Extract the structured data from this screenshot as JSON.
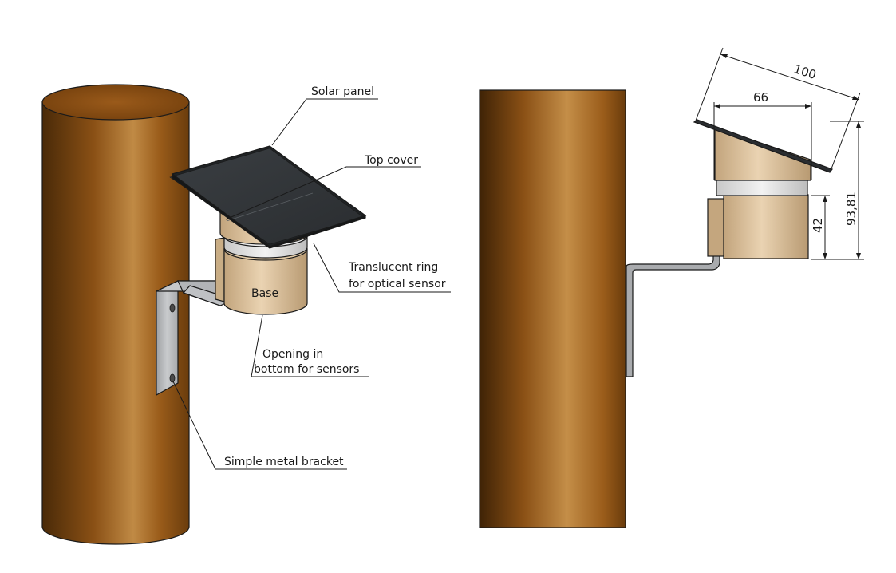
{
  "callouts": {
    "solar_panel": "Solar panel",
    "top_cover": "Top cover",
    "translucent_ring_1": "Translucent ring",
    "translucent_ring_2": "for optical sensor",
    "base": "Base",
    "opening_1": "Opening in",
    "opening_2": "bottom for sensors",
    "bracket": "Simple metal bracket"
  },
  "dimensions": {
    "d100": "100",
    "d66": "66",
    "d42": "42",
    "d9381": "93,81"
  },
  "colors": {
    "pole": "#8a4f12",
    "housing": "#d6bc95",
    "panel": "#2f3336",
    "bracket": "#b6b8bb",
    "ring": "#dcdcdc"
  }
}
